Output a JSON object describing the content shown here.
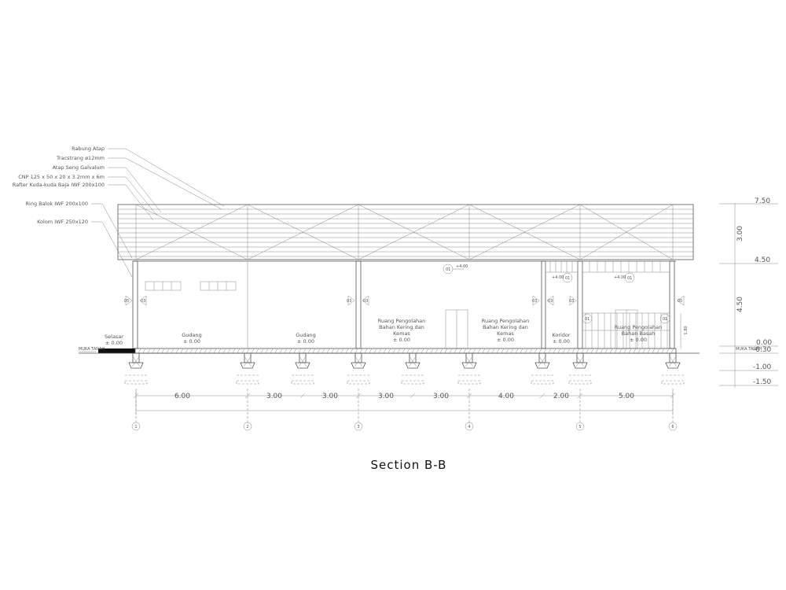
{
  "title": "Section B-B",
  "callouts": [
    {
      "text": "Rabung Atap"
    },
    {
      "text": "Tracstrang ø12mm"
    },
    {
      "text": "Atap Seng Galvalum"
    },
    {
      "text": "CNP 125 x 50 x 20 x 3.2mm x 6m"
    },
    {
      "text": "Rafter Kuda-kuda Baja IWF 200x100"
    },
    {
      "text": "Ring Balok IWF 200x100"
    },
    {
      "text": "Kolom IWF 250x120"
    }
  ],
  "rooms": [
    {
      "lines": [
        "Selasar"
      ],
      "level": "± 0.00"
    },
    {
      "lines": [
        "Gudang"
      ],
      "level": "± 0.00"
    },
    {
      "lines": [
        "Gudang"
      ],
      "level": "± 0.00"
    },
    {
      "lines": [
        "Ruang Pengolahan",
        "Bahan Kering dan",
        "Kemas"
      ],
      "level": "± 0.00"
    },
    {
      "lines": [
        "Ruang Pengolahan",
        "Bahan Kering dan",
        "Kemas"
      ],
      "level": "± 0.00"
    },
    {
      "lines": [
        "Koridor"
      ],
      "level": "± 0.00"
    },
    {
      "lines": [
        "Ruang Pengolahan",
        "Bahan Basah"
      ],
      "level": "± 0.00"
    }
  ],
  "grid_labels": [
    "1",
    "2",
    "3",
    "4",
    "5",
    "6"
  ],
  "span_dims": [
    "6.00",
    "3.00",
    "3.00",
    "3.00",
    "3.00",
    "4.00",
    "2.00",
    "5.00"
  ],
  "levels": [
    "7.50",
    "4.50",
    "0.00",
    "-0.30",
    "-1.00",
    "-1.50"
  ],
  "vertical_dims": [
    "3.00",
    "4.50",
    "1.80"
  ],
  "ground_label": "MUKA TANAH",
  "markers": {
    "detail_05": "05",
    "detail_03": "03",
    "detail_01": "01",
    "ceiling_level": "+4.00"
  }
}
